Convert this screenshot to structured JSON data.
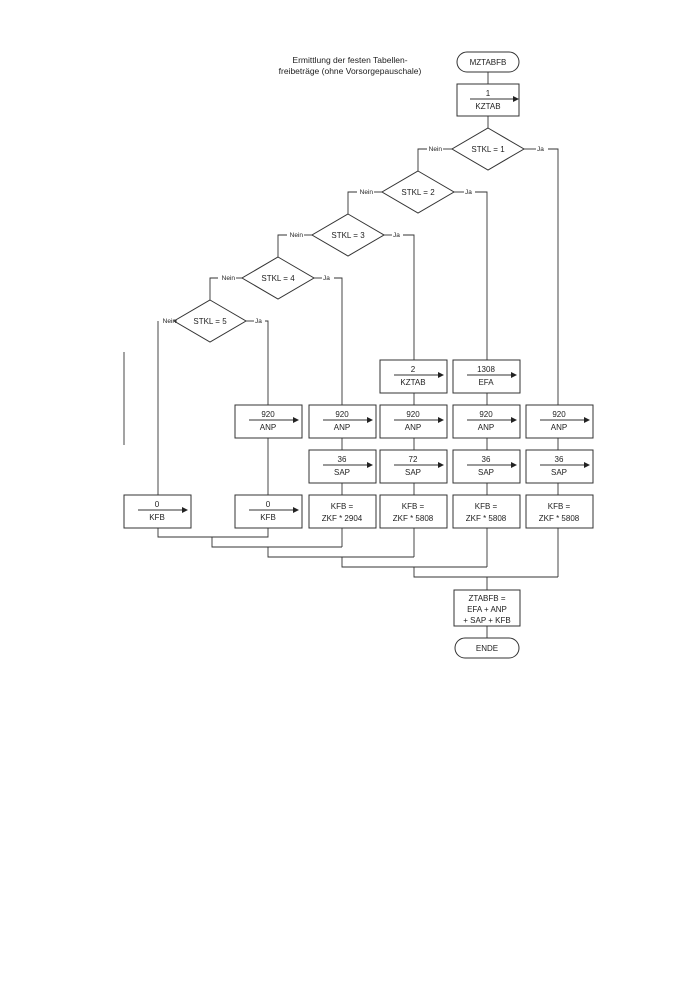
{
  "diagram": {
    "title_line1": "Ermittlung der festen Tabellen-",
    "title_line2": "freibeträge (ohne Vorsorgepauschale)",
    "start": "MZTABFB",
    "end": "ENDE",
    "init": {
      "value": "1",
      "var": "KZTAB"
    },
    "yes": "Ja",
    "no": "Nein",
    "decisions": [
      "STKL = 1",
      "STKL = 2",
      "STKL = 3",
      "STKL = 4",
      "STKL = 5"
    ],
    "assign": {
      "kztab2": {
        "value": "2",
        "var": "KZTAB"
      },
      "efa": {
        "value": "1308",
        "var": "EFA"
      },
      "anp": {
        "value": "920",
        "var": "ANP"
      },
      "sap36": {
        "value": "36",
        "var": "SAP"
      },
      "sap72": {
        "value": "72",
        "var": "SAP"
      },
      "kfb0": {
        "value": "0",
        "var": "KFB"
      }
    },
    "kfb_formula": {
      "line1": "KFB =",
      "line2_2904": "ZKF * 2904",
      "line2_5808": "ZKF * 5808"
    },
    "final": {
      "line1": "ZTABFB =",
      "line2": "EFA + ANP",
      "line3": "+ SAP + KFB"
    }
  }
}
